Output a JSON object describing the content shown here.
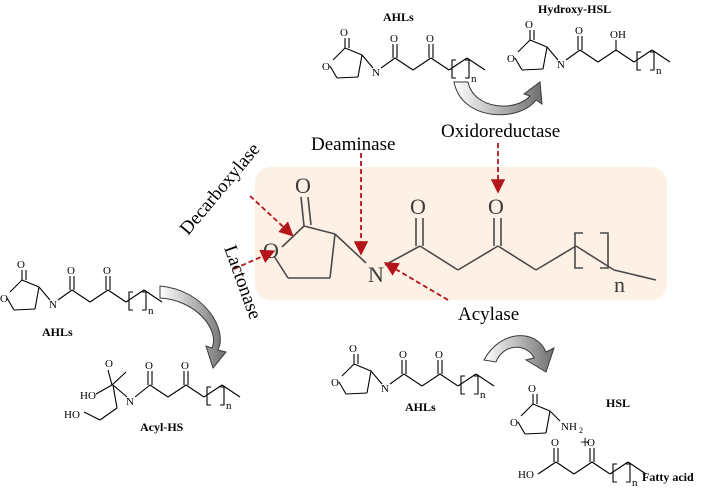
{
  "enzymes": {
    "deaminase": "Deaminase",
    "oxidoreductase": "Oxidoreductase",
    "decarboxylase": "Decarboxylase",
    "lactonase": "Lactonase",
    "acylase": "Acylase"
  },
  "molecules": {
    "ahls_top": "AHLs",
    "hydroxy_hsl": "Hydroxy-HSL",
    "ahls_left": "AHLs",
    "acyl_hs": "Acyl-HS",
    "ahls_bottom": "AHLs",
    "hsl": "HSL",
    "fatty_acid": "Fatty acid"
  },
  "atoms": {
    "O": "O",
    "N": "N",
    "OH": "OH",
    "HO": "HO",
    "NH": "NH",
    "sub2": "2",
    "n": "n"
  },
  "plus_sign": "+",
  "colors": {
    "highlight_box": "#fdf0e4",
    "enzyme_arrow": "#b3151a",
    "curved_arrow": "#8c8c8c"
  }
}
